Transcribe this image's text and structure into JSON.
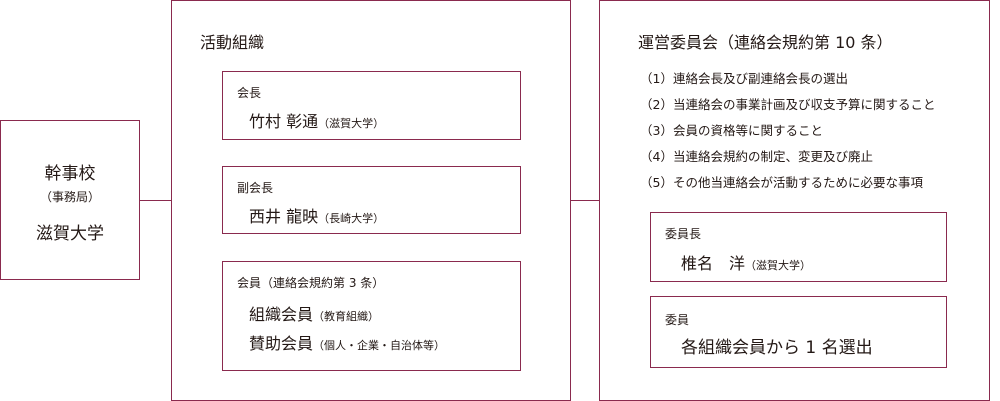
{
  "kanji": {
    "title": "幹事校",
    "subtitle": "（事務局）",
    "university": "滋賀大学"
  },
  "katsudo": {
    "title": "活動組織",
    "kaicho": {
      "role": "会長",
      "name": "竹村 彰通",
      "affil": "（滋賀大学）"
    },
    "fukukaicho": {
      "role": "副会長",
      "name": "西井 龍映",
      "affil": "（長崎大学）"
    },
    "kaiin": {
      "role": "会員",
      "role_note": "（連絡会規約第 3 条）",
      "line1": "組織会員",
      "line1_note": "（教育組織）",
      "line2": "賛助会員",
      "line2_note": "（個人・企業・自治体等）"
    }
  },
  "unei": {
    "title": "運営委員会（連絡会規約第 10 条）",
    "items": [
      "（1）連絡会長及び副連絡会長の選出",
      "（2）当連絡会の事業計画及び収支予算に関すること",
      "（3）会員の資格等に関すること",
      "（4）当連絡会規約の制定、変更及び廃止",
      "（5）その他当連絡会が活動するために必要な事項"
    ],
    "iincho": {
      "role": "委員長",
      "name": "椎名　洋",
      "affil": "（滋賀大学）"
    },
    "iin": {
      "role": "委員",
      "text": "各組織会員から 1 名選出"
    }
  }
}
